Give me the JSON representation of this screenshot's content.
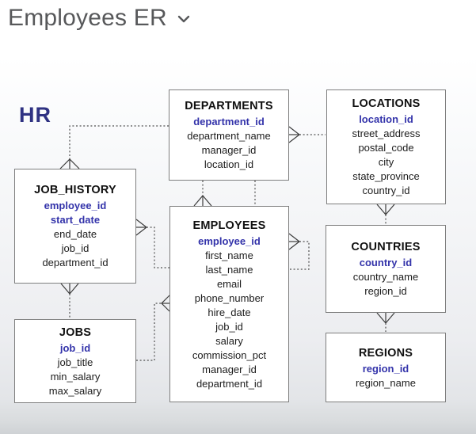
{
  "header": {
    "title": "Employees ER",
    "dropdown_icon": "chevron-down"
  },
  "diagram": {
    "schema_label": "HR",
    "colors": {
      "primary_key_text": "#3333aa",
      "field_text": "#1c1c1c",
      "table_border": "#7e7e7e",
      "schema_label_text": "#2f3282",
      "connector": "#4f4f4f"
    },
    "tables": [
      {
        "name": "DEPARTMENTS",
        "pk": [
          "department_id"
        ],
        "fields": [
          "department_name",
          "manager_id",
          "location_id"
        ]
      },
      {
        "name": "LOCATIONS",
        "pk": [
          "location_id"
        ],
        "fields": [
          "street_address",
          "postal_code",
          "city",
          "state_province",
          "country_id"
        ]
      },
      {
        "name": "JOB_HISTORY",
        "pk": [
          "employee_id",
          "start_date"
        ],
        "fields": [
          "end_date",
          "job_id",
          "department_id"
        ]
      },
      {
        "name": "EMPLOYEES",
        "pk": [
          "employee_id"
        ],
        "fields": [
          "first_name",
          "last_name",
          "email",
          "phone_number",
          "hire_date",
          "job_id",
          "salary",
          "commission_pct",
          "manager_id",
          "department_id"
        ]
      },
      {
        "name": "COUNTRIES",
        "pk": [
          "country_id"
        ],
        "fields": [
          "country_name",
          "region_id"
        ]
      },
      {
        "name": "JOBS",
        "pk": [
          "job_id"
        ],
        "fields": [
          "job_title",
          "min_salary",
          "max_salary"
        ]
      },
      {
        "name": "REGIONS",
        "pk": [
          "region_id"
        ],
        "fields": [
          "region_name"
        ]
      }
    ],
    "relationships": [
      "DEPARTMENTS - JOB_HISTORY",
      "DEPARTMENTS - LOCATIONS",
      "DEPARTMENTS - EMPLOYEES",
      "DEPARTMENTS - EMPLOYEES (manager)",
      "JOB_HISTORY - EMPLOYEES",
      "JOB_HISTORY - JOBS",
      "JOBS - EMPLOYEES",
      "EMPLOYEES - EMPLOYEES (self)",
      "LOCATIONS - COUNTRIES",
      "COUNTRIES - REGIONS"
    ]
  }
}
